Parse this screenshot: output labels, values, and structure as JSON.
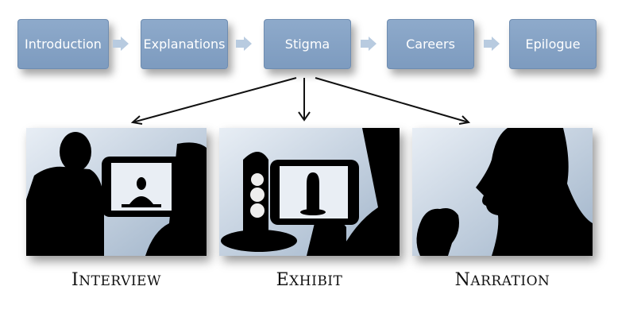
{
  "flow": {
    "steps": [
      "Introduction",
      "Explanations",
      "Stigma",
      "Careers",
      "Epilogue"
    ]
  },
  "modes": [
    {
      "initial": "I",
      "rest": "NTERVIEW"
    },
    {
      "initial": "E",
      "rest": "XHIBIT"
    },
    {
      "initial": "N",
      "rest": "ARRATION"
    }
  ]
}
